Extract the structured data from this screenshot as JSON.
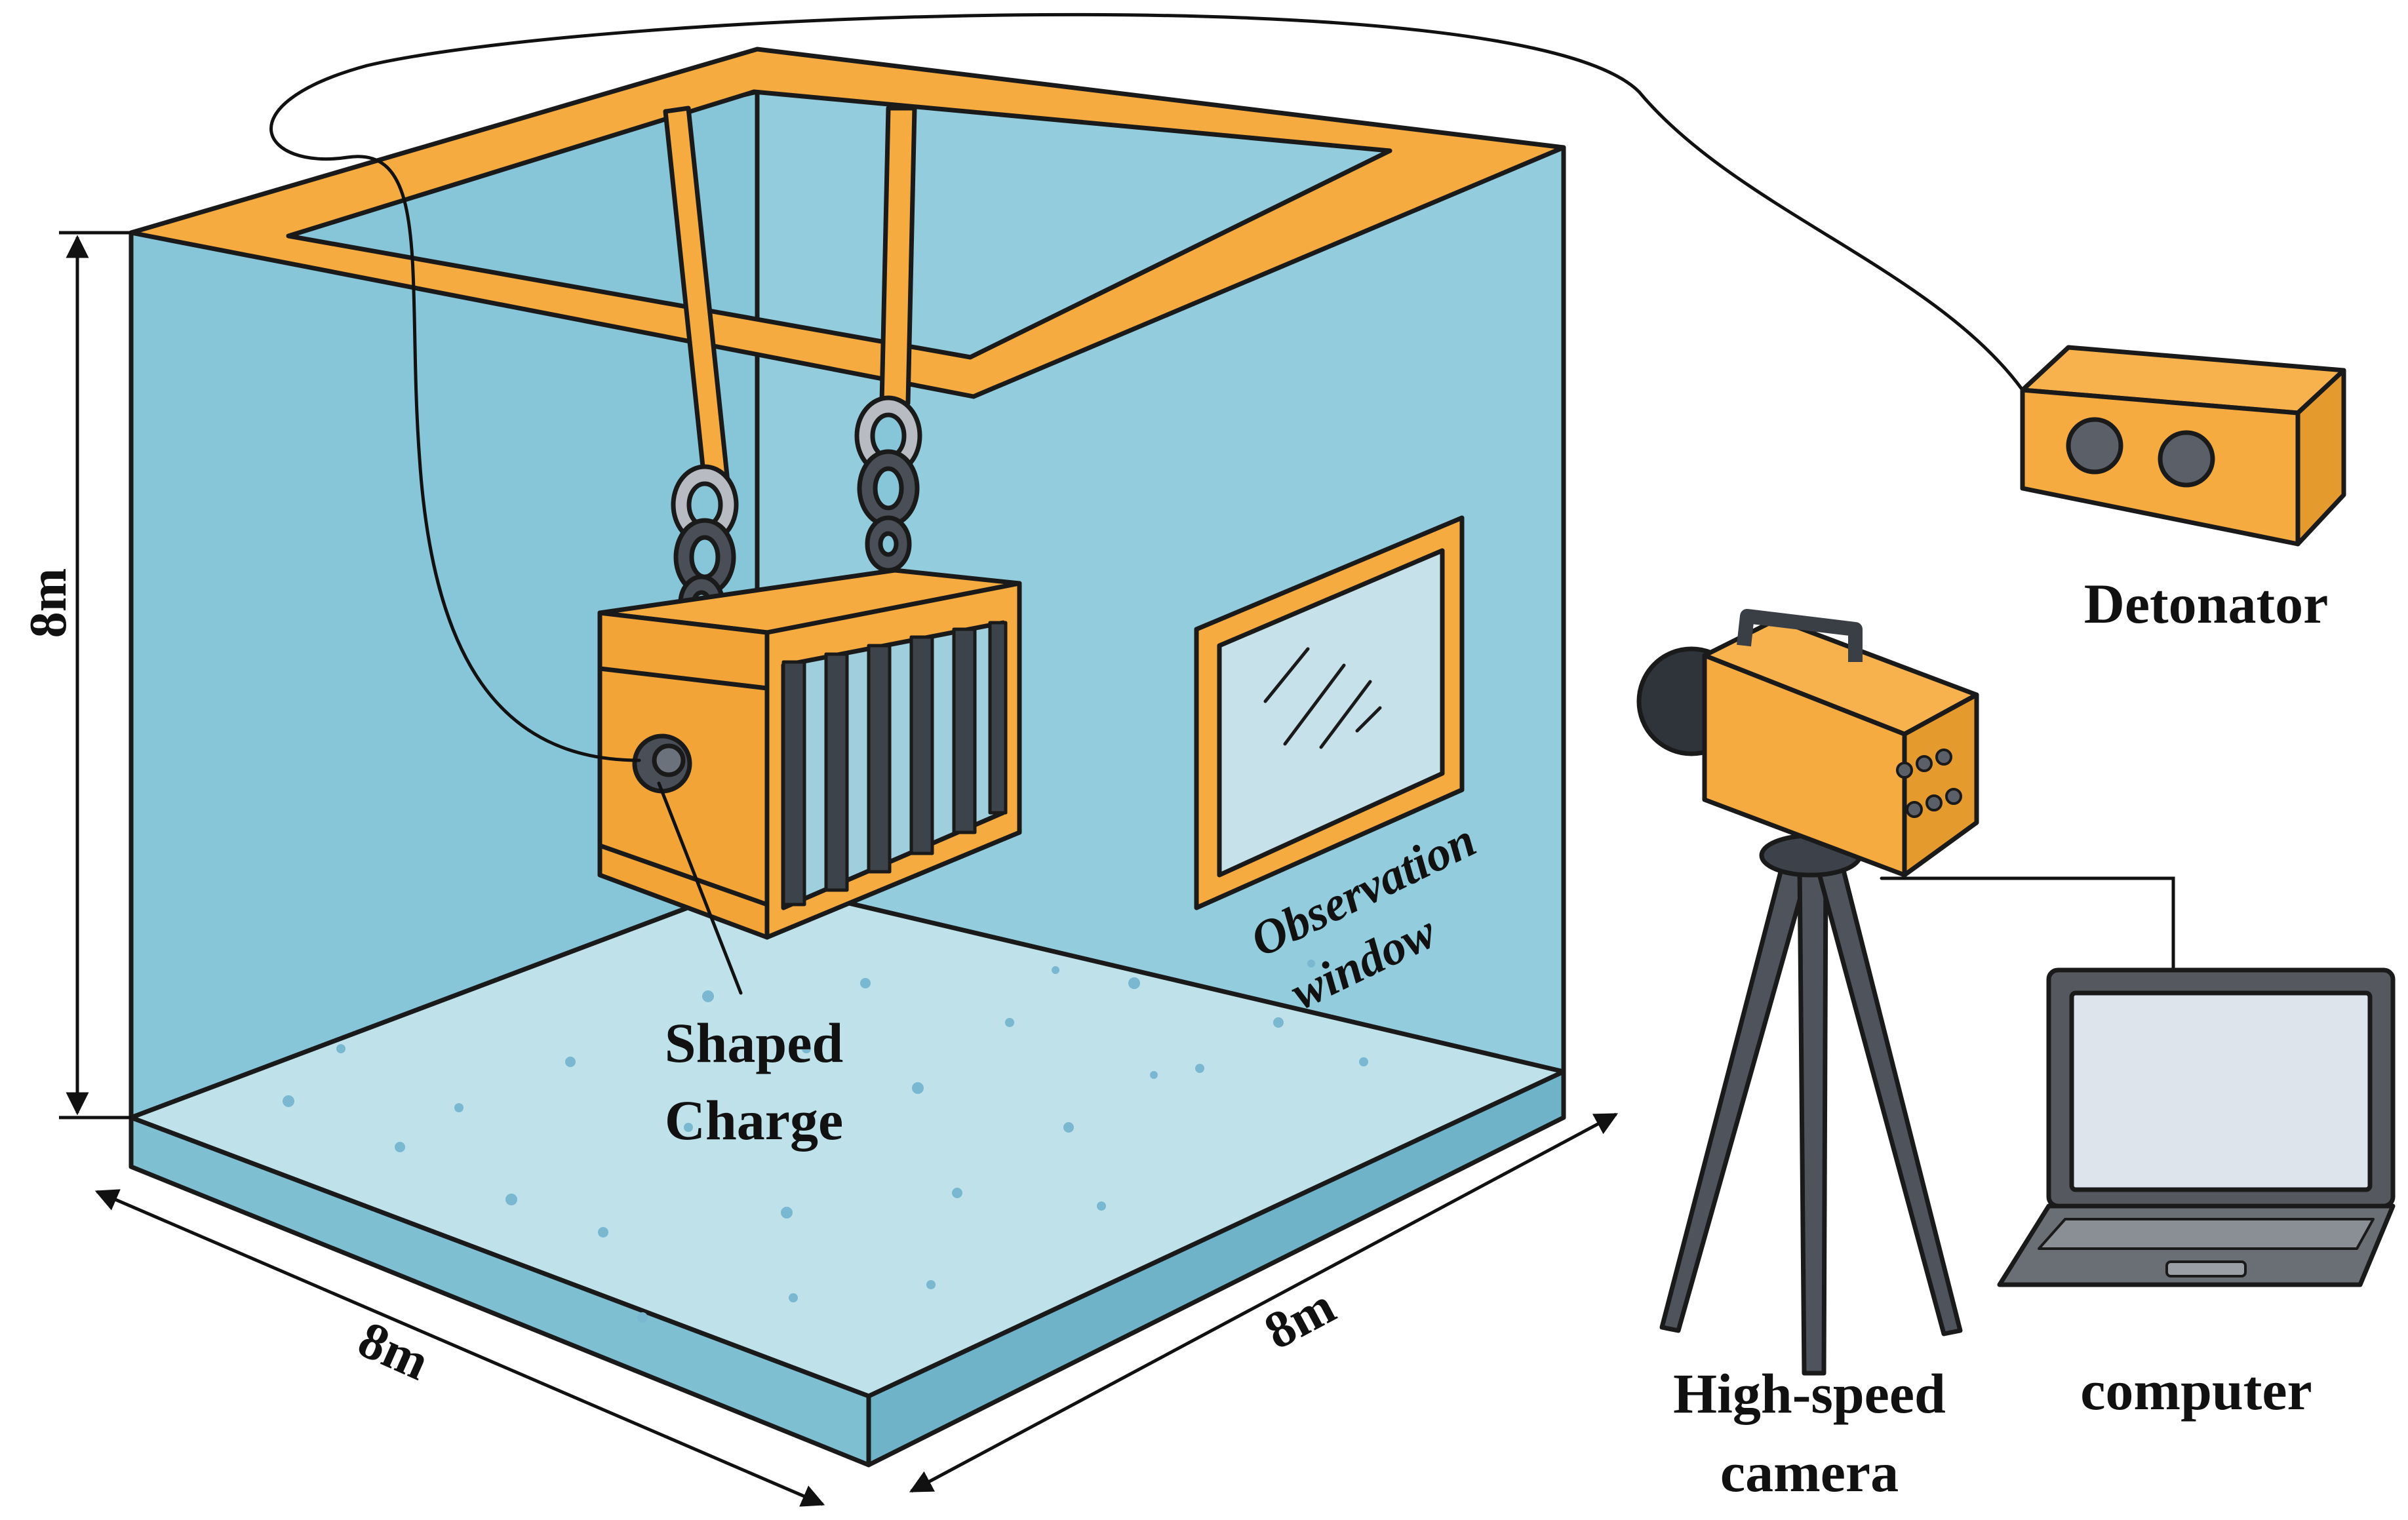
{
  "labels": {
    "height": "8m",
    "width_left": "8m",
    "width_right": "8m",
    "shaped_charge_line1": "Shaped",
    "shaped_charge_line2": "Charge",
    "observation_line1": "Observation",
    "observation_line2": "window",
    "detonator": "Detonator",
    "camera_line1": "High-speed",
    "camera_line2": "camera",
    "computer": "computer"
  },
  "colors": {
    "water": "#8fcbdb",
    "water_floor": "#b9dfe8",
    "frame": "#f5ab3f",
    "outline": "#1a1a1a",
    "metal": "#4a4f57",
    "screen": "#dde4ec"
  }
}
